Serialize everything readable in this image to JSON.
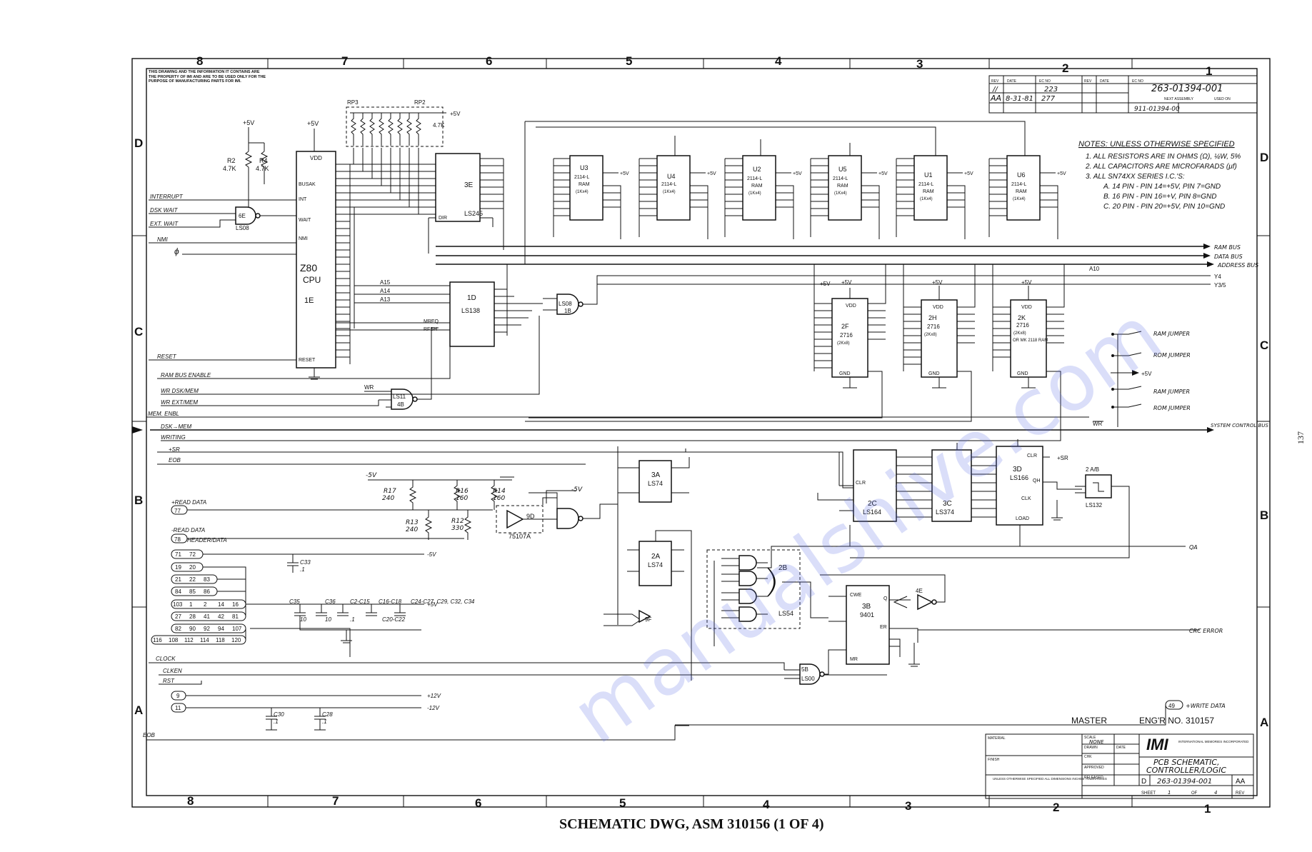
{
  "drawing": {
    "caption": "SCHEMATIC DWG, ASM 310156 (1 OF 4)",
    "proprietary_note": "THIS DRAWING AND THE INFORMATION IT CONTAINS ARE THE PROPERTY OF IMI AND ARE TO BE USED ONLY FOR THE PURPOSE OF MANUFACTURING PARTS FOR IMI.",
    "page_side_number": "137",
    "watermark": "manualshive.com",
    "master_label": "MASTER",
    "eng_number": "ENG'R NO. 310157",
    "zones_top": [
      "8",
      "7",
      "6",
      "5",
      "4",
      "3",
      "2",
      "1"
    ],
    "zones_bottom": [
      "8",
      "7",
      "6",
      "5",
      "4",
      "3",
      "2",
      "1"
    ],
    "zones_side": [
      "D",
      "C",
      "B",
      "A"
    ]
  },
  "revision_block": {
    "headers": [
      "REV",
      "DATE",
      "EC NO",
      "REV",
      "DATE",
      "EC NO"
    ],
    "rows": [
      [
        "//",
        "",
        "223"
      ],
      [
        "AA",
        "8-31-81",
        "277"
      ]
    ],
    "drawing_number": "263-01394-001",
    "next_assembly_label": "NEXT ASSEMBLY",
    "used_on_label": "USED ON",
    "next_assembly": "911-01394-00"
  },
  "notes": {
    "title": "NOTES: UNLESS OTHERWISE SPECIFIED",
    "lines": [
      "1. ALL RESISTORS ARE IN OHMS (Ω), ¼W, 5%",
      "2. ALL CAPACITORS ARE MICROFARADS (μf)",
      "3. ALL SN74XX SERIES I.C.'S:",
      "A. 14 PIN - PIN 14=+5V, PIN 7=GND",
      "B. 16 PIN - PIN 16=+V, PIN 8=GND",
      "C. 20 PIN - PIN 20=+5V, PIN 10=GND"
    ]
  },
  "title_block": {
    "company": "IMI",
    "company_sub": "INTERNATIONAL MEMORIES INCORPORATED",
    "title_line1": "PCB SCHEMATIC,",
    "title_line2": "CONTROLLER/LOGIC",
    "size": "D",
    "number": "263-01394-001",
    "rev": "AA",
    "scale_label": "SCALE",
    "scale_value": "NONE",
    "sheet_label": "SHEET",
    "sheet_value": "1",
    "of_label": "OF",
    "of_value": "4",
    "rev_label": "REV",
    "material_label": "MATERIAL",
    "finish_label": "FINISH",
    "drawn_label": "DRAWN",
    "chk_label": "CHK",
    "date_label": "DATE",
    "approved_label": "APPROVED",
    "released_label": "RELEASED",
    "tolerance_note": "UNLESS OTHERWISE SPECIFIED ALL DIMENSIONS INCHES TOLERANCES"
  },
  "buses": {
    "ram_bus": "RAM BUS",
    "data_bus": "DATA BUS",
    "address_bus": "ADDRESS BUS",
    "a10": "A10",
    "y4": "Y4",
    "y3_5": "Y3/5",
    "system_control_bus": "SYSTEM CONTROL BUS",
    "wr": "WR"
  },
  "jumpers": [
    "RAM JUMPER",
    "ROM JUMPER",
    "RAM JUMPER",
    "ROM JUMPER"
  ],
  "jumper_plus5": "+5V",
  "left_signals": {
    "interrupt": "INTERRUPT",
    "dsk_wait": "DSK WAIT",
    "ext_wait": "EXT. WAIT",
    "nmi": "NMI",
    "phi": "ϕ",
    "reset": "RESET",
    "ram_bus_enable": "RAM BUS ENABLE",
    "wr_dsk_mem": "WR DSK/MEM",
    "wr_ext_mem": "WR EXT/MEM",
    "mem_enbl": "MEM. ENBL",
    "dsk_mem": "DSK→MEM",
    "writing": "WRITING",
    "plus_sr": "+SR",
    "eob": "EOB",
    "plus_read_data": "+READ DATA",
    "minus_read_data": "-READ DATA",
    "header_data": "HEADER/DATA",
    "clock": "CLOCK",
    "clken": "CLKEN",
    "rst": "RST",
    "eob_bottom": "EOB"
  },
  "pins": {
    "p77": "77",
    "p78": "78",
    "row1": [
      "71",
      "72"
    ],
    "row2": [
      "19",
      "20"
    ],
    "row3": [
      "21",
      "22",
      "83"
    ],
    "row4": [
      "84",
      "85",
      "86"
    ],
    "row5": [
      "103",
      "1",
      "2",
      "14",
      "16"
    ],
    "row6": [
      "27",
      "28",
      "41",
      "42",
      "81"
    ],
    "row7": [
      "82",
      "90",
      "92",
      "94",
      "107"
    ],
    "row8": [
      "116",
      "108",
      "112",
      "114",
      "118",
      "120"
    ],
    "p9": "9",
    "p11": "11"
  },
  "power": {
    "minus5": "-5V",
    "plus5": "+5V",
    "plus12": "+12V",
    "minus12": "-12V"
  },
  "chips": {
    "z80": {
      "name": "Z80",
      "sub": "CPU",
      "loc": "1E",
      "pins_left": [
        "BUSAK",
        "INT",
        "WAIT",
        "NMI",
        "RESET"
      ]
    },
    "rp3": "RP3",
    "rp2": "RP2",
    "rp_value": "4.7K",
    "r2": "R2",
    "r2v": "4.7K",
    "r4": "R4",
    "r4v": "4.7K",
    "ls245": {
      "loc": "3E",
      "name": "LS245"
    },
    "ls138": {
      "loc": "1D",
      "name": "LS138"
    },
    "ls08_6e": {
      "loc": "6E",
      "name": "LS08"
    },
    "ls08_1b": {
      "loc": "1B",
      "name": "LS08"
    },
    "ls11": {
      "loc": "4B",
      "name": "LS11"
    },
    "ram": [
      {
        "ref": "U3",
        "type": "2114-L",
        "desc": "RAM",
        "org": "(1Kx4)"
      },
      {
        "ref": "U4",
        "type": "2114-L",
        "desc": "",
        "org": "(1Kx4)"
      },
      {
        "ref": "U2",
        "type": "2114-L",
        "desc": "RAM",
        "org": "(1Kx4)"
      },
      {
        "ref": "U5",
        "type": "2114-L",
        "desc": "RAM",
        "org": "(1Kx4)"
      },
      {
        "ref": "U1",
        "type": "2114-L",
        "desc": "RAM",
        "org": "(1Kx4)"
      },
      {
        "ref": "U6",
        "type": "2114-L",
        "desc": "RAM",
        "org": "(1Kx4)"
      }
    ],
    "rom": [
      {
        "ref": "2F",
        "type": "2716",
        "org": "(2Kx8)"
      },
      {
        "ref": "2H",
        "type": "2716",
        "org": "(2Kx8)"
      },
      {
        "ref": "2K",
        "type": "2716",
        "org": "(2Kx8)",
        "alt": "OR MK 2118 RAM"
      }
    ],
    "ls374_3a": {
      "loc": "3A",
      "name": "LS74"
    },
    "ls74_2a": {
      "loc": "2A",
      "name": "LS74"
    },
    "r17": "R17",
    "r17v": "240",
    "r16": "R16",
    "r16v": "160",
    "r14": "R14",
    "r14v": "160",
    "r13": "R13",
    "r13v": "240",
    "r12": "R12",
    "r12v": "330",
    "ds": {
      "loc": "9D",
      "name": "75107A"
    },
    "ls164": {
      "loc": "2C",
      "name": "LS164"
    },
    "ls374": {
      "loc": "3C",
      "name": "LS374"
    },
    "ls166": {
      "loc": "3D",
      "name": "LS166"
    },
    "ls132": {
      "loc": "2 A/B",
      "name": "LS132"
    },
    "ls54": {
      "loc": "2B",
      "name": "LS54"
    },
    "crc": {
      "loc": "3B",
      "name": "9401"
    },
    "ls00": {
      "loc": "5B",
      "name": "LS00"
    },
    "inv_9f": "9F",
    "inv_4e": "4E",
    "caps": {
      "c33": "C33",
      "c33v": ".1",
      "c35": "C35",
      "c35v": "10",
      "c36": "C36",
      "c36v": "10",
      "c2c15": "C2-C15",
      "c2c15v": ".1",
      "c16c18": "C16-C18",
      "c20c22": "C20-C22",
      "c24": "C24-C27, C29, C32, C34",
      "c30": "C30",
      "c30v": ".1",
      "c28": "C28",
      "c28v": ".1"
    }
  },
  "right_outputs": {
    "qa": "QA",
    "crc_error": "CRC ERROR",
    "write_data": "+WRITE DATA",
    "write_data_pin": "49",
    "sr": "+SR"
  }
}
